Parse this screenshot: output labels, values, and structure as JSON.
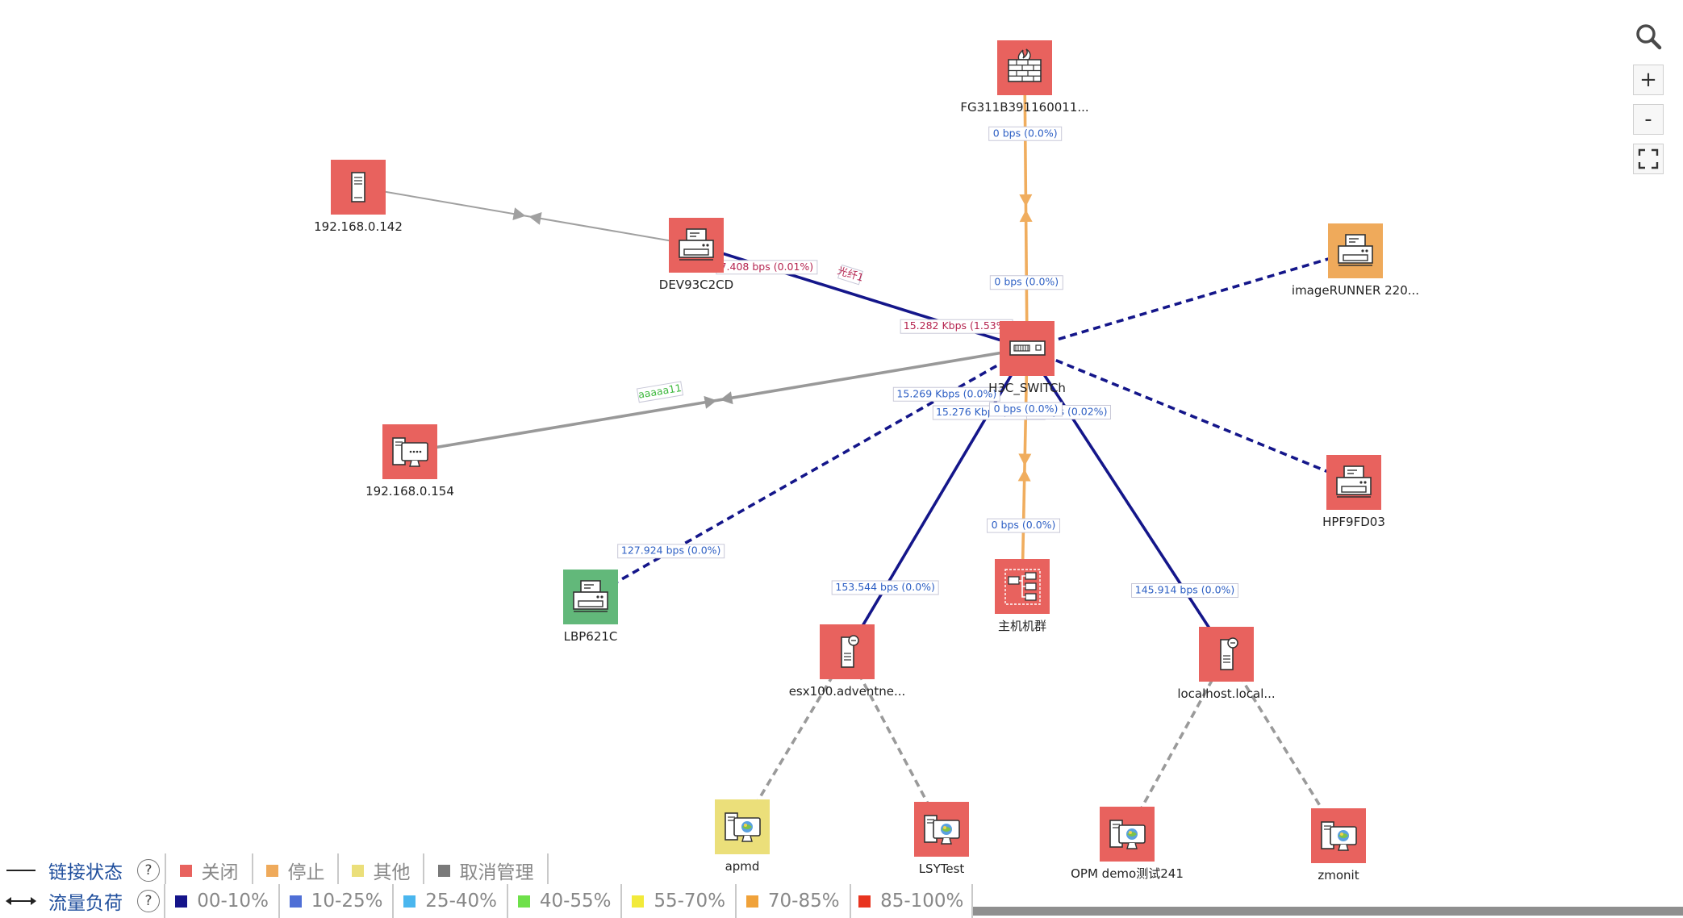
{
  "nodes": [
    {
      "id": "fw",
      "label": "FG311B391160011...",
      "icon": "firewall-icon",
      "status_color": "#e8625e"
    },
    {
      "id": "s142",
      "label": "192.168.0.142",
      "icon": "server-icon",
      "status_color": "#e8625e"
    },
    {
      "id": "dev93",
      "label": "DEV93C2CD",
      "icon": "printer-icon",
      "status_color": "#e8625e"
    },
    {
      "id": "image",
      "label": "imageRUNNER 220...",
      "icon": "printer-icon",
      "status_color": "#efaa5b"
    },
    {
      "id": "switch",
      "label": "H3C_SWITCh",
      "icon": "switch-icon",
      "status_color": "#e8625e"
    },
    {
      "id": "s154",
      "label": "192.168.0.154",
      "icon": "workstation-icon",
      "status_color": "#e8625e"
    },
    {
      "id": "hpf",
      "label": "HPF9FD03",
      "icon": "printer-icon",
      "status_color": "#e8625e"
    },
    {
      "id": "lbp",
      "label": "LBP621C",
      "icon": "printer-icon",
      "status_color": "#62b87a"
    },
    {
      "id": "cluster",
      "label": "主机机群",
      "icon": "cluster-icon",
      "status_color": "#e8625e"
    },
    {
      "id": "esx",
      "label": "esx100.adventne...",
      "icon": "hypervisor-icon",
      "status_color": "#e8625e"
    },
    {
      "id": "localhost",
      "label": "localhost.local...",
      "icon": "hypervisor-icon",
      "status_color": "#e8625e"
    },
    {
      "id": "apmd",
      "label": "apmd",
      "icon": "vm-desktop-icon",
      "status_color": "#ebdf7a"
    },
    {
      "id": "lsy",
      "label": "LSYTest",
      "icon": "vm-desktop-icon",
      "status_color": "#e8625e"
    },
    {
      "id": "opm",
      "label": "OPM demo测试241",
      "icon": "vm-desktop-icon",
      "status_color": "#e8625e"
    },
    {
      "id": "zmonit",
      "label": "zmonit",
      "icon": "vm-desktop-icon",
      "status_color": "#e8625e"
    }
  ],
  "links": [
    {
      "from": "fw",
      "to": "switch",
      "style": "solid",
      "color": "#f0ad5e",
      "labels": [
        "0 bps (0.0%)",
        "0 bps (0.0%)"
      ],
      "arrows": true
    },
    {
      "from": "s142",
      "to": "dev93",
      "style": "solid",
      "color": "#a0a0a0",
      "labels": [],
      "arrows": true
    },
    {
      "from": "dev93",
      "to": "switch",
      "style": "solid",
      "color": "#14168a",
      "labels": [
        "7.408 bps (0.01%)",
        "15.282 Kbps (1.53%)"
      ],
      "name_label": "光纤1",
      "arrows": false
    },
    {
      "from": "s154",
      "to": "switch",
      "style": "solid",
      "color": "#999999",
      "labels": [],
      "name_label": "aaaaa11",
      "arrows": true
    },
    {
      "from": "image",
      "to": "switch",
      "style": "dashed",
      "color": "#14168a",
      "labels": [],
      "arrows": false
    },
    {
      "from": "hpf",
      "to": "switch",
      "style": "dashed",
      "color": "#14168a",
      "labels": [],
      "arrows": false
    },
    {
      "from": "lbp",
      "to": "switch",
      "style": "dashed",
      "color": "#14168a",
      "labels": [
        "127.924 bps (0.0%)",
        "15.269 Kbps (0.0%)"
      ],
      "arrows": false
    },
    {
      "from": "esx",
      "to": "switch",
      "style": "solid",
      "color": "#14168a",
      "labels": [
        "153.544 bps (0.0%)",
        "15.276 Kbps (0.02%)"
      ],
      "arrows": false
    },
    {
      "from": "localhost",
      "to": "switch",
      "style": "solid",
      "color": "#14168a",
      "labels": [
        "145.914 bps (0.0%)",
        "3 Kbps (0.02%)"
      ],
      "arrows": false
    },
    {
      "from": "cluster",
      "to": "switch",
      "style": "solid",
      "color": "#f0ad5e",
      "labels": [
        "0 bps (0.0%)",
        "0 bps (0.0%)"
      ],
      "arrows": true
    },
    {
      "from": "apmd",
      "to": "esx",
      "style": "dashed",
      "color": "#9a9a9a",
      "labels": [],
      "arrows": false
    },
    {
      "from": "lsy",
      "to": "esx",
      "style": "dashed",
      "color": "#9a9a9a",
      "labels": [],
      "arrows": false
    },
    {
      "from": "opm",
      "to": "localhost",
      "style": "dashed",
      "color": "#9a9a9a",
      "labels": [],
      "arrows": false
    },
    {
      "from": "zmonit",
      "to": "localhost",
      "style": "dashed",
      "color": "#9a9a9a",
      "labels": [],
      "arrows": false
    }
  ],
  "controls": {
    "search": "search-icon",
    "zoom_in": "+",
    "zoom_out": "-",
    "fit": "fullscreen-icon"
  },
  "legend": {
    "link_status": {
      "title": "链接状态",
      "help": "?",
      "items": [
        {
          "label": "关闭",
          "color": "#e8625e"
        },
        {
          "label": "停止",
          "color": "#efaa5b"
        },
        {
          "label": "其他",
          "color": "#ebdf7a"
        },
        {
          "label": "取消管理",
          "color": "#7a7a7a"
        }
      ]
    },
    "traffic_load": {
      "title": "流量负荷",
      "help": "?",
      "items": [
        {
          "label": "00-10%",
          "color": "#15148a"
        },
        {
          "label": "10-25%",
          "color": "#4f6fd6"
        },
        {
          "label": "25-40%",
          "color": "#4ab6ee"
        },
        {
          "label": "40-55%",
          "color": "#6ee04a"
        },
        {
          "label": "55-70%",
          "color": "#f2ea3a"
        },
        {
          "label": "70-85%",
          "color": "#f0a23a"
        },
        {
          "label": "85-100%",
          "color": "#e8341f"
        }
      ]
    }
  }
}
